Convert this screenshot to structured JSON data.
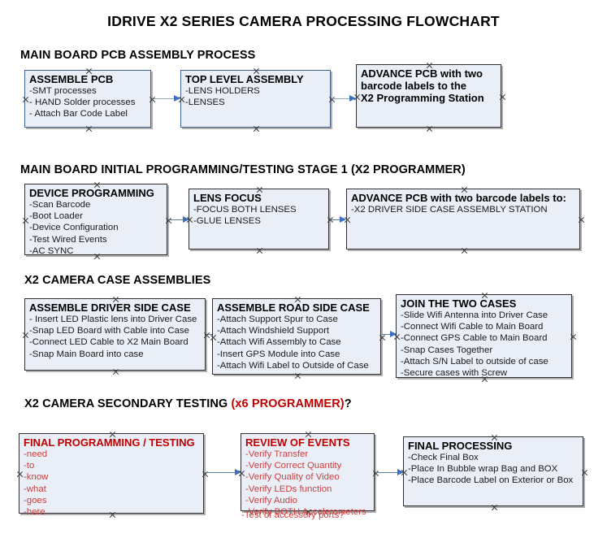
{
  "document": {
    "title": "IDRIVE X2  SERIES CAMERA PROCESSING FLOWCHART"
  },
  "colors": {
    "node_fill": "#eaeff7",
    "node_border": "#2f2f2f",
    "node_border_blue": "#41608f",
    "accent_red": "#c00000",
    "connector": "#8ca9c6",
    "arrow": "#3f6fbf"
  },
  "sections": [
    {
      "id": "main-board-pcb-assembly",
      "header": "MAIN BOARD PCB ASSEMBLY PROCESS",
      "header_suffix": "",
      "nodes": [
        {
          "id": "assemble-pcb",
          "title": "ASSEMBLE PCB",
          "lines": [
            "-SMT processes",
            "- HAND Solder processes",
            "- Attach Bar Code Label"
          ]
        },
        {
          "id": "top-level-assembly",
          "title": "TOP LEVEL ASSEMBLY",
          "lines": [
            "-LENS HOLDERS",
            "-LENSES"
          ]
        },
        {
          "id": "advance-pcb-to-programming-station",
          "title": "ADVANCE PCB with two",
          "lines": [
            "barcode labels to the",
            " X2 Programming Station"
          ]
        }
      ]
    },
    {
      "id": "main-board-initial-programming",
      "header": "MAIN BOARD INITIAL PROGRAMMING/TESTING STAGE 1 (X2 PROGRAMMER)",
      "header_suffix": "",
      "nodes": [
        {
          "id": "device-programming",
          "title": "DEVICE PROGRAMMING",
          "lines": [
            "-Scan Barcode",
            "-Boot Loader",
            "-Device Configuration",
            "-Test Wired Events",
            "-AC SYNC"
          ]
        },
        {
          "id": "lens-focus",
          "title": "LENS FOCUS",
          "lines": [
            "-FOCUS BOTH LENSES",
            "-GLUE LENSES"
          ]
        },
        {
          "id": "advance-pcb-to-driver-side-case",
          "title": "ADVANCE PCB with two barcode labels to:",
          "lines": [
            "-X2 DRIVER  SIDE  CASE  ASSEMBLY STATION"
          ]
        }
      ]
    },
    {
      "id": "x2-camera-case-assemblies",
      "header": "X2 CAMERA CASE ASSEMBLIES",
      "header_suffix": "",
      "nodes": [
        {
          "id": "assemble-driver-side-case",
          "title": "ASSEMBLE DRIVER SIDE CASE",
          "lines": [
            "- Insert LED Plastic lens into Driver Case",
            "-Snap LED Board with Cable into Case",
            "-Connect LED Cable to X2 Main Board",
            "-Snap Main Board into case"
          ]
        },
        {
          "id": "assemble-road-side-case",
          "title": "ASSEMBLE ROAD SIDE CASE",
          "lines": [
            "-Attach Support Spur to Case",
            "-Attach Windshield Support",
            "-Attach Wifi Assembly to Case",
            "-Insert GPS Module into Case",
            "-Attach Wifi Label to Outside of Case"
          ]
        },
        {
          "id": "join-the-two-cases",
          "title": "JOIN THE TWO CASES",
          "lines": [
            "-Slide Wifi Antenna into Driver Case",
            "-Connect Wifi Cable to Main Board",
            "-Connect GPS Cable to Main Board",
            "-Snap Cases Together",
            "-Attach S/N Label to outside of case",
            "-Secure cases with Screw"
          ]
        }
      ]
    },
    {
      "id": "x2-camera-secondary-testing",
      "header": "X2 CAMERA SECONDARY TESTING  ",
      "header_accent": "(x6 PROGRAMMER)",
      "header_suffix": "?",
      "nodes": [
        {
          "id": "final-programming-testing",
          "title": "FINAL PROGRAMMING / TESTING",
          "lines": [
            "-need",
            "-to",
            "-know",
            "-what",
            "-goes",
            "-here"
          ]
        },
        {
          "id": "review-of-events",
          "title": "REVIEW OF EVENTS",
          "lines": [
            "-Verify Transfer",
            "-Verify Correct Quantity",
            "-Verify Quality of Video",
            "-Verify LEDs function",
            "-Verify Audio",
            "-Verify BOTH Accelerometers"
          ],
          "overflow_line": "-Test of accessory ports?"
        },
        {
          "id": "final-processing",
          "title": "FINAL PROCESSING",
          "lines": [
            "-Check Final Box",
            "-Place In Bubble wrap Bag and BOX",
            "-Place Barcode Label on Exterior or Box"
          ]
        }
      ]
    }
  ]
}
